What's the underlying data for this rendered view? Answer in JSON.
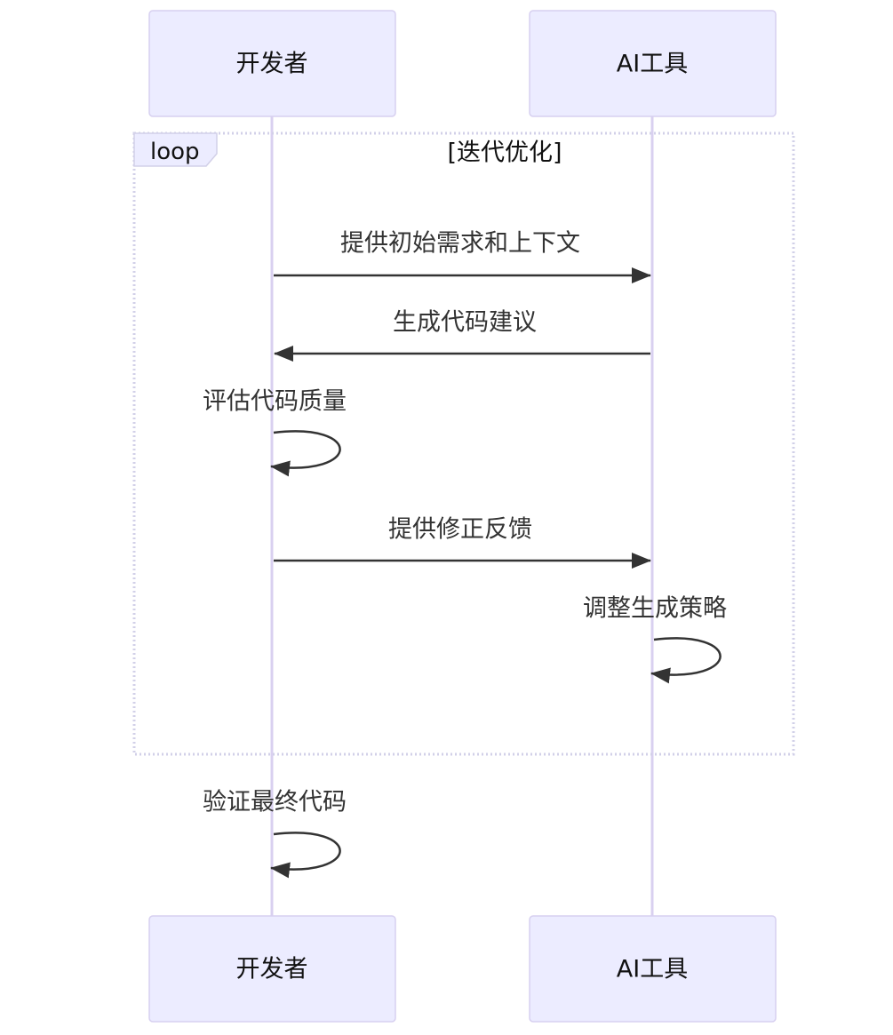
{
  "actors": {
    "developer": "开发者",
    "ai_tool": "AI工具"
  },
  "loop": {
    "label": "loop",
    "condition": "[迭代优化]"
  },
  "messages": [
    {
      "from": "developer",
      "to": "ai_tool",
      "text": "提供初始需求和上下文"
    },
    {
      "from": "ai_tool",
      "to": "developer",
      "text": "生成代码建议"
    },
    {
      "from": "developer",
      "to": "developer",
      "text": "评估代码质量"
    },
    {
      "from": "developer",
      "to": "ai_tool",
      "text": "提供修正反馈"
    },
    {
      "from": "ai_tool",
      "to": "ai_tool",
      "text": "调整生成策略"
    },
    {
      "from": "developer",
      "to": "developer",
      "text": "验证最终代码"
    }
  ],
  "colors": {
    "actor_fill": "#ECECFF",
    "actor_border": "#D7D0F0",
    "lifeline": "#D9D0F0",
    "message": "#333333"
  }
}
